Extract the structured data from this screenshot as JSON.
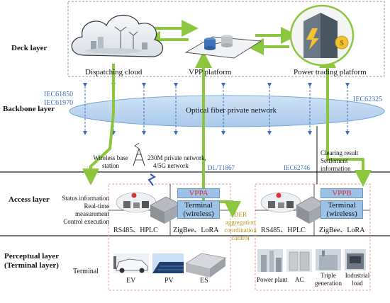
{
  "layers": {
    "deck": "Deck layer",
    "backbone": "Backbone layer",
    "access": "Access layer",
    "perceptual_line1": "Perceptual layer",
    "perceptual_line2": "(Terminal layer)"
  },
  "deck": {
    "dispatching_cloud": "Dispatching cloud",
    "vpp_platform": "VPP platform",
    "power_trading_platform": "Power trading platform"
  },
  "protocols": {
    "iec61850": "IEC61850",
    "iec61970": "IEC61970",
    "iec62325": "IEC62325",
    "dl_t1867": "DL/T1867",
    "iec62746": "IEC62746"
  },
  "backbone": {
    "network": "Optical fiber private network"
  },
  "access": {
    "wireless_base_line1": "Wireless base",
    "wireless_base_line2": "station",
    "private_network_line1": "230M private network,",
    "private_network_line2": "4/5G network",
    "clearing_result": "Clearing result",
    "settlement_line1": "Settlement",
    "settlement_line2": "information",
    "status_info": "Status information",
    "realtime": "Real-time measurement",
    "control": "Control execution",
    "vppa": "VPPA",
    "vppb": "VPPB",
    "terminal_line1": "Terminal",
    "terminal_line2": "(wireless)",
    "rs485_hplc": "RS485、HPLC",
    "zigbee_lora": "ZigBee、LoRA",
    "der_line1": "DER",
    "der_line2": "aggregation",
    "der_line3": "coordination",
    "der_line4": "control"
  },
  "perceptual": {
    "terminal": "Terminal",
    "ev": "EV",
    "pv": "PV",
    "es": "ES",
    "power_plant": "Power plant",
    "ac": "AC",
    "triple_line1": "Triple",
    "triple_line2": "generation",
    "industrial_line1": "Industrial",
    "industrial_line2": "load"
  },
  "colors": {
    "green_arrow": "#8cc63f",
    "blue_dashed": "#3d6fb6",
    "ellipse_fill": "#b9d5ef",
    "vpp_box": "#9cc3e6",
    "vpp_name": "#e0262b",
    "protocol_text": "#3d6fb6",
    "der_text": "#b8901a",
    "pink_dashed": "#e2a0a0"
  }
}
